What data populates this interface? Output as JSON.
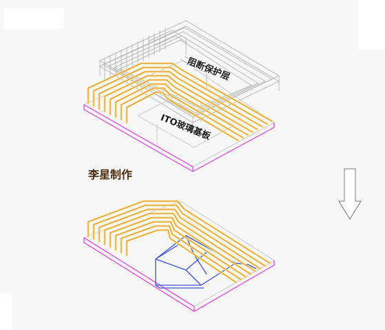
{
  "labels": {
    "barrier_layer": "阻断保护层",
    "ito_substrate": "ITO玻璃基板",
    "author": "李星制作"
  },
  "icons": {
    "process_arrow": "down-arrow-icon"
  },
  "colors": {
    "background": "#f7f7f7",
    "substrate_edge": "#d65ad6",
    "trace_outline": "#d98a2b",
    "trace_fill": "#ffe58a",
    "barrier_wire": "#b8b8b8",
    "etched_pattern": "#3a4fd1",
    "arrow_outline": "#777777"
  }
}
